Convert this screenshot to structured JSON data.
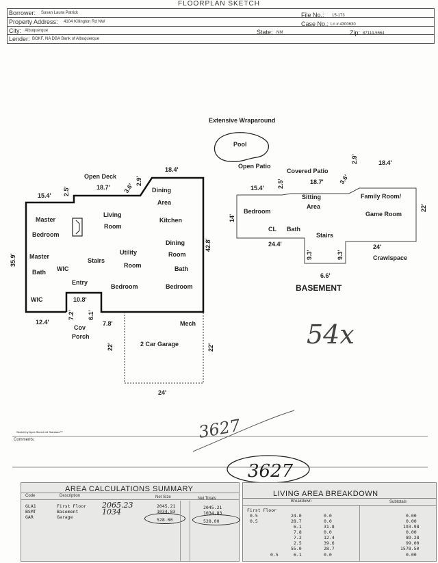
{
  "doc": {
    "title": "FLOORPLAN SKETCH"
  },
  "header": {
    "borrower_label": "Borrower:",
    "borrower": "Susan Laura Patrick",
    "address_label": "Property Address:",
    "address": "4104 Killington Rd NW",
    "city_label": "City:",
    "city": "Albuquerque",
    "lender_label": "Lender:",
    "lender": "BOKF, NA DBA Bank of Albuquerque",
    "file_label": "File No.:",
    "file": "15-173",
    "case_label": "Case No.:",
    "case": "Ln # 4300630",
    "state_label": "State:",
    "state": "NM",
    "zip_label": "Zip:",
    "zip": "87114-5564"
  },
  "plan": {
    "main": {
      "rooms": [
        "Dining",
        "Area",
        "Open Deck",
        "Master",
        "Bedroom",
        "Living",
        "Room",
        "Kitchen",
        "Dining",
        "Room",
        "Utility",
        "Room",
        "Stairs",
        "Master",
        "Bath",
        "WIC",
        "Bath",
        "Entry",
        "Bedroom",
        "Bedroom",
        "WIC",
        "Cov",
        "Porch",
        "Mech",
        "2 Car Garage"
      ],
      "dims": [
        "18.4'",
        "15.4'",
        "2.5'",
        "18.7'",
        "3.6'",
        "2.9'",
        "35.9'",
        "42.8'",
        "10.8'",
        "12.4'",
        "7.2'",
        "6.1'",
        "7.8'",
        "22'",
        "22'",
        "24'"
      ]
    },
    "basement": {
      "rooms": [
        "Extensive Wraparound",
        "Pool",
        "Open Patio",
        "Covered Patio",
        "Sitting",
        "Area",
        "Family Room/",
        "Game Room",
        "Bedroom",
        "CL",
        "Bath",
        "Stairs",
        "Crawlspace",
        "BASEMENT"
      ],
      "dims": [
        "18.4'",
        "2.9'",
        "3.6'",
        "18.7'",
        "2.5'",
        "15.4'",
        "14'",
        "22'",
        "24.4'",
        "24'",
        "9.3'",
        "9.3'",
        "6.6'"
      ]
    },
    "handwritten": {
      "count": "54x",
      "sum1": "3627",
      "sum2": "3627"
    },
    "footer_note": "Sketch by Apex Sketch v6 Standard™"
  },
  "comments": {
    "label": "Comments:"
  },
  "area_summary": {
    "title": "AREA CALCULATIONS SUMMARY",
    "headers": [
      "Code",
      "Description",
      "Net Size",
      "Net Totals"
    ],
    "rows": [
      {
        "code": "GLA1",
        "desc": "First Floor",
        "size": "2045.21",
        "total": "2045.21"
      },
      {
        "code": "BSMT",
        "desc": "Basement",
        "size": "1034.83",
        "total": "1034.83"
      },
      {
        "code": "GAR",
        "desc": "Garage",
        "size": "528.00",
        "total": "528.00"
      }
    ],
    "hand_notes": [
      "2065.23",
      "1034"
    ]
  },
  "living_breakdown": {
    "title": "LIVING AREA BREAKDOWN",
    "headers": [
      "Breakdown",
      "Subtotals"
    ],
    "section": "First Floor",
    "rows": [
      {
        "mult": "0.5",
        "a": "24.0",
        "b": "0.0",
        "sub": "0.00"
      },
      {
        "mult": "0.5",
        "a": "28.7",
        "b": "0.0",
        "sub": "0.00"
      },
      {
        "mult": "",
        "a": "6.1",
        "b": "31.8",
        "sub": "193.98"
      },
      {
        "mult": "",
        "a": "7.8",
        "b": "0.0",
        "sub": "0.00"
      },
      {
        "mult": "",
        "a": "7.2",
        "b": "12.4",
        "sub": "89.28"
      },
      {
        "mult": "",
        "a": "2.5",
        "b": "39.6",
        "sub": "99.00"
      },
      {
        "mult": "",
        "a": "55.0",
        "b": "28.7",
        "sub": "1578.50"
      },
      {
        "mult": "0.5",
        "a": "6.1",
        "b": "0.0",
        "sub": "0.00"
      }
    ]
  }
}
